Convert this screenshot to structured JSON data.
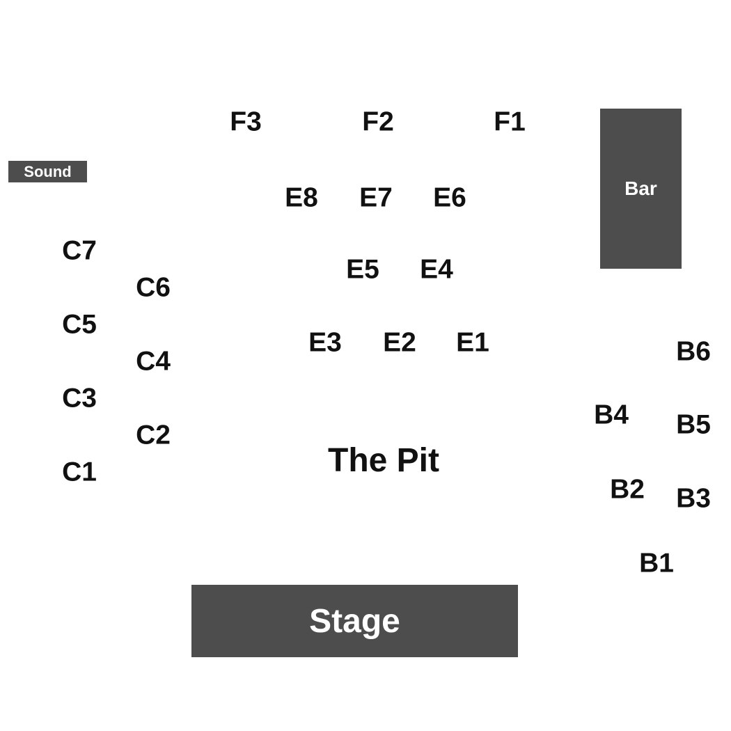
{
  "venue": {
    "sound_label": "Sound",
    "bar_label": "Bar",
    "stage_label": "Stage",
    "floor_label": "The Pit"
  },
  "sections": {
    "F3": "F3",
    "F2": "F2",
    "F1": "F1",
    "E8": "E8",
    "E7": "E7",
    "E6": "E6",
    "E5": "E5",
    "E4": "E4",
    "E3": "E3",
    "E2": "E2",
    "E1": "E1",
    "C7": "C7",
    "C6": "C6",
    "C5": "C5",
    "C4": "C4",
    "C3": "C3",
    "C2": "C2",
    "C1": "C1",
    "B6": "B6",
    "B5": "B5",
    "B4": "B4",
    "B3": "B3",
    "B2": "B2",
    "B1": "B1"
  },
  "colors": {
    "block_fill": "#4d4d4d",
    "block_text": "#ffffff",
    "section_text": "#111111",
    "background": "#ffffff"
  }
}
